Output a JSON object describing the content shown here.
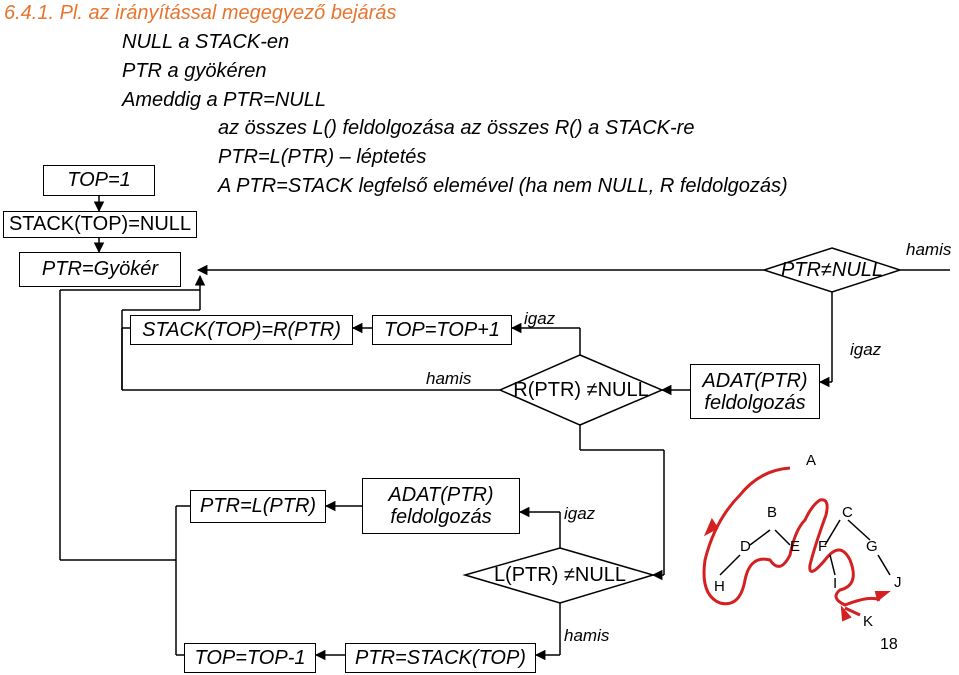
{
  "header": {
    "title": "6.4.1. Pl. az irányítással megegyező bejárás",
    "lines": [
      "NULL a STACK-en",
      "PTR a gyökéren",
      "Ameddig a PTR=NULL"
    ],
    "sub_lines": [
      "az összes L() feldolgozása az összes R() a STACK-re",
      "PTR=L(PTR) – léptetés",
      "A PTR=STACK legfelső elemével (ha nem NULL, R feldolgozás)"
    ]
  },
  "flow": {
    "top_init": "TOP=1",
    "stack_init": "STACK(TOP)=NULL",
    "ptr_root": "PTR=Gyökér",
    "cond_ptr": "PTR≠NULL",
    "cond_ptr_false": "hamis",
    "cond_ptr_true": "igaz",
    "stack_push": "STACK(TOP)=R(PTR)",
    "top_inc": "TOP=TOP+1",
    "cond_r": "R(PTR) ≠NULL",
    "cond_r_true": "igaz",
    "cond_r_false": "hamis",
    "process_data_1": [
      "ADAT(PTR)",
      "feldolgozás"
    ],
    "ptr_left": "PTR=L(PTR)",
    "process_data_2": [
      "ADAT(PTR)",
      "feldolgozás"
    ],
    "cond_l": "L(PTR) ≠NULL",
    "cond_l_true": "igaz",
    "cond_l_false": "hamis",
    "top_dec": "TOP=TOP-1",
    "ptr_pop": "PTR=STACK(TOP)"
  },
  "tree": {
    "nodes": [
      "A",
      "B",
      "C",
      "D",
      "E",
      "F",
      "G",
      "H",
      "I",
      "J",
      "K"
    ],
    "path_color": "#d42020"
  },
  "page_number": "18"
}
